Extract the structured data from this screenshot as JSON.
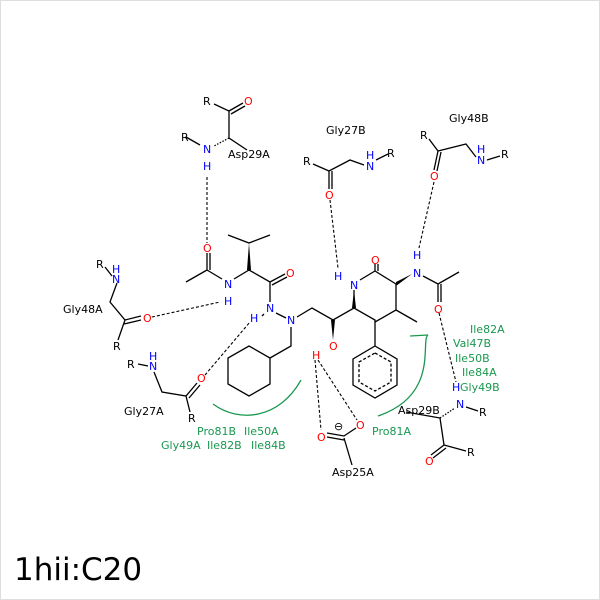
{
  "title": "1hii:C20",
  "colors": {
    "nitrogen": "#0000ff",
    "oxygen": "#ff0000",
    "hydrophobic": "#1a9850",
    "bond": "#000000"
  },
  "atoms": {
    "N": "N",
    "O": "O",
    "H": "H",
    "R": "R",
    "minus": "⊖"
  },
  "residues": {
    "asp29a": "Asp29A",
    "gly48a": "Gly48A",
    "gly27a": "Gly27A",
    "gly27b": "Gly27B",
    "gly48b": "Gly48B",
    "asp29b": "Asp29B",
    "asp25a": "Asp25A"
  },
  "hydrophobic_left": [
    "Pro81B",
    "Ile50A",
    "Gly49A",
    "Ile82B",
    "Ile84B"
  ],
  "hydrophobic_right": [
    "Ile82A",
    "Val47B",
    "Ile50B",
    "Ile84A",
    "Gly49B",
    "Pro81A"
  ]
}
